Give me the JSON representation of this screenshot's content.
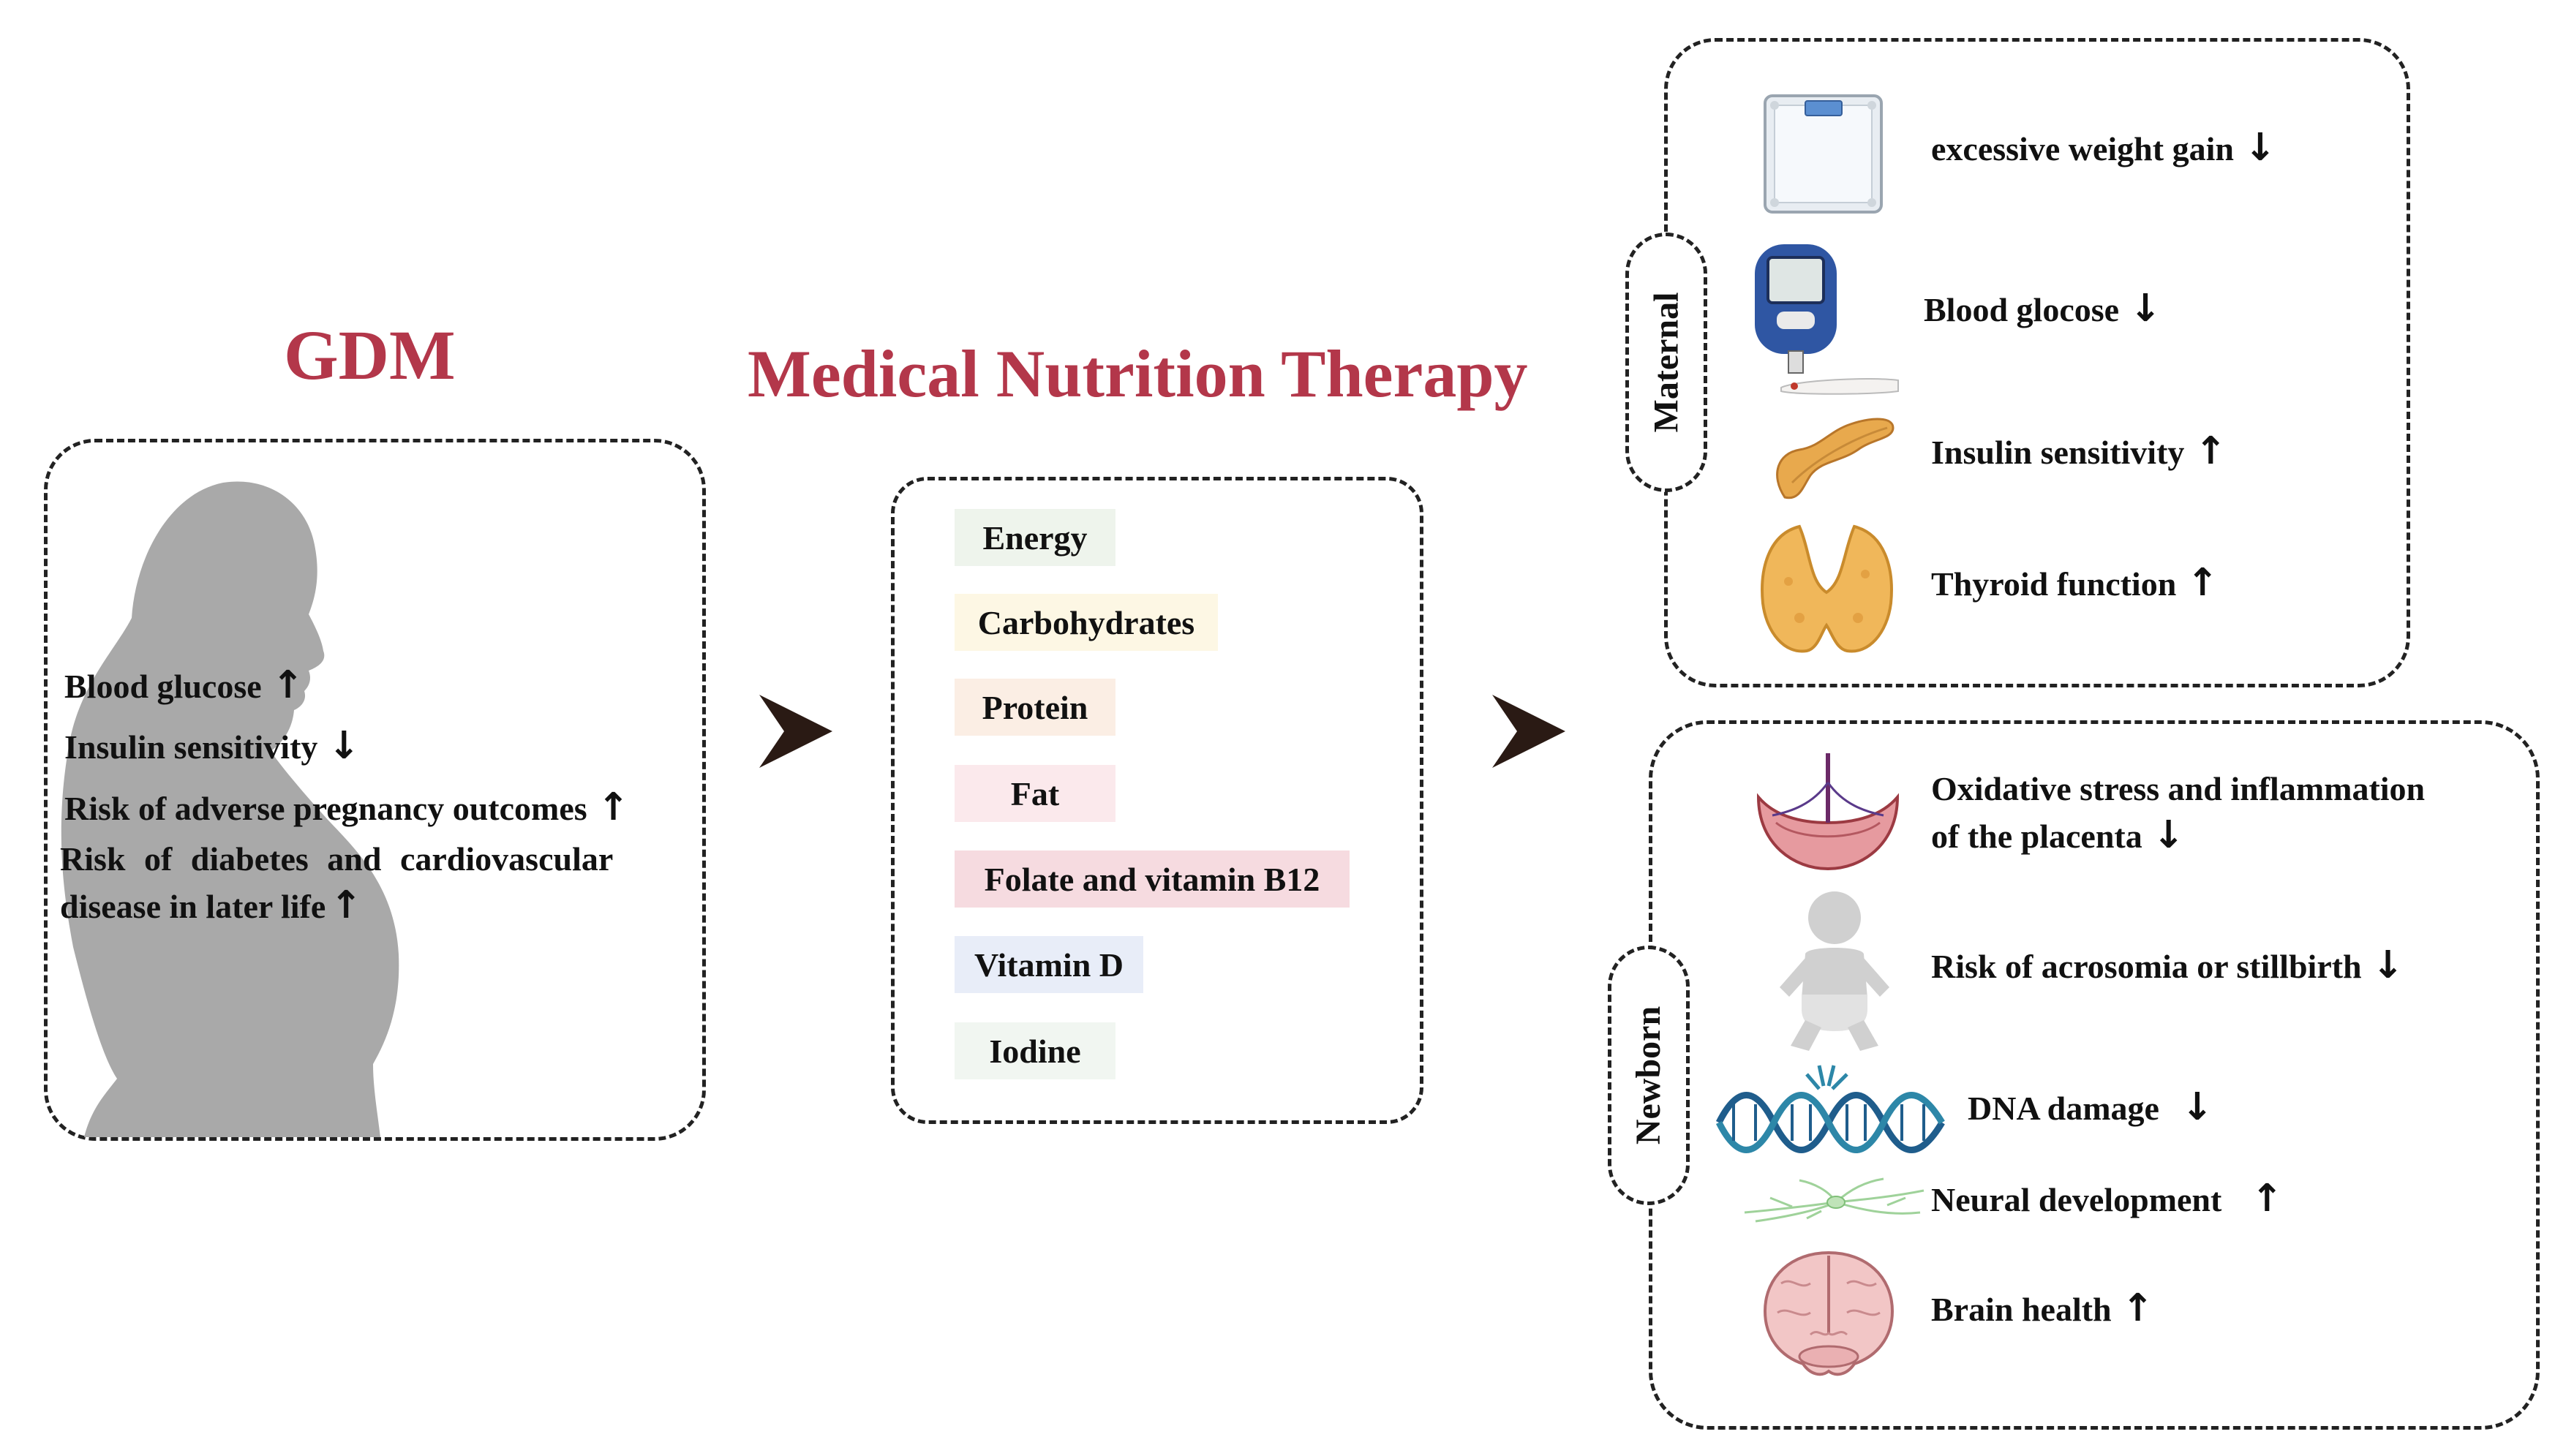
{
  "gdm": {
    "title": "GDM",
    "effects": [
      {
        "text": "Blood glucose",
        "arrow": "↑"
      },
      {
        "text": "Insulin sensitivity",
        "arrow": "↓"
      },
      {
        "text": "Risk of adverse pregnancy outcomes",
        "arrow": "↑"
      },
      {
        "text": "Risk of diabetes and cardiovascular",
        "arrow": ""
      },
      {
        "text": "disease in later life",
        "arrow": "↑"
      }
    ]
  },
  "mnt": {
    "title": "Medical Nutrition Therapy",
    "nutrients": [
      {
        "label": "Energy",
        "color": "#eef4ec"
      },
      {
        "label": "Carbohydrates",
        "color": "#fdf7e4"
      },
      {
        "label": "Protein",
        "color": "#fbeee4"
      },
      {
        "label": "Fat",
        "color": "#fbe9ec"
      },
      {
        "label": "Folate and vitamin B12",
        "color": "#f6dbe0"
      },
      {
        "label": "Vitamin D",
        "color": "#e8edf8"
      },
      {
        "label": "Iodine",
        "color": "#f1f6f1"
      }
    ]
  },
  "maternal": {
    "label": "Maternal",
    "outcomes": [
      {
        "text": "excessive weight gain",
        "arrow": "↓",
        "icon": "scale-icon"
      },
      {
        "text": "Blood glocose",
        "arrow": "↓",
        "icon": "glucometer-icon"
      },
      {
        "text": "Insulin sensitivity",
        "arrow": "↑",
        "icon": "pancreas-icon"
      },
      {
        "text": "Thyroid function",
        "arrow": "↑",
        "icon": "thyroid-icon"
      }
    ]
  },
  "newborn": {
    "label": "Newborn",
    "outcomes": [
      {
        "text": "Oxidative stress and inflammation",
        "arrow": "",
        "icon": "placenta-icon"
      },
      {
        "text": "of the placenta",
        "arrow": "↓",
        "icon": ""
      },
      {
        "text": "Risk of acrosomia or stillbirth",
        "arrow": "↓",
        "icon": "baby-icon"
      },
      {
        "text": "DNA damage",
        "arrow": "↓",
        "icon": "dna-icon"
      },
      {
        "text": "Neural development",
        "arrow": "↑",
        "icon": "neuron-icon"
      },
      {
        "text": "Brain health",
        "arrow": "↑",
        "icon": "brain-icon"
      }
    ]
  },
  "colors": {
    "title": "#b3374a",
    "silhouette": "#a9a9a9",
    "chevron": "#2a1a14"
  }
}
